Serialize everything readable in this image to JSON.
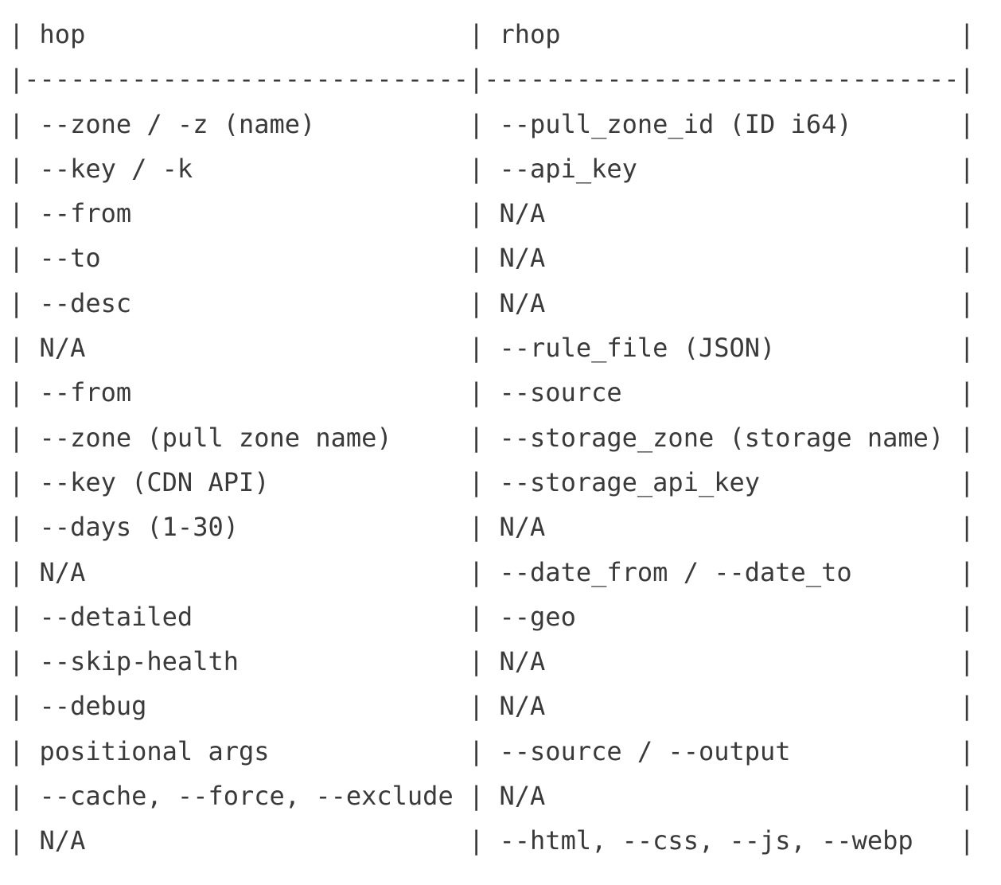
{
  "page": {
    "background_color": "#ffffff",
    "text_color": "#3a3a3a"
  },
  "table": {
    "headers": [
      "hop",
      "rhop"
    ],
    "col_inner_widths": [
      29,
      31
    ],
    "separator_char": "-",
    "border_char": "|",
    "rows": [
      [
        "--zone / -z (name)",
        "--pull_zone_id (ID i64)"
      ],
      [
        "--key / -k",
        "--api_key"
      ],
      [
        "--from",
        "N/A"
      ],
      [
        "--to",
        "N/A"
      ],
      [
        "--desc",
        "N/A"
      ],
      [
        "N/A",
        "--rule_file (JSON)"
      ],
      [
        "--from",
        "--source"
      ],
      [
        "--zone (pull zone name)",
        "--storage_zone (storage name)"
      ],
      [
        "--key (CDN API)",
        "--storage_api_key"
      ],
      [
        "--days (1-30)",
        "N/A"
      ],
      [
        "N/A",
        "--date_from / --date_to"
      ],
      [
        "--detailed",
        "--geo"
      ],
      [
        "--skip-health",
        "N/A"
      ],
      [
        "--debug",
        "N/A"
      ],
      [
        "positional args",
        "--source / --output"
      ],
      [
        "--cache, --force, --exclude",
        "N/A"
      ],
      [
        "N/A",
        "--html, --css, --js, --webp"
      ]
    ]
  }
}
